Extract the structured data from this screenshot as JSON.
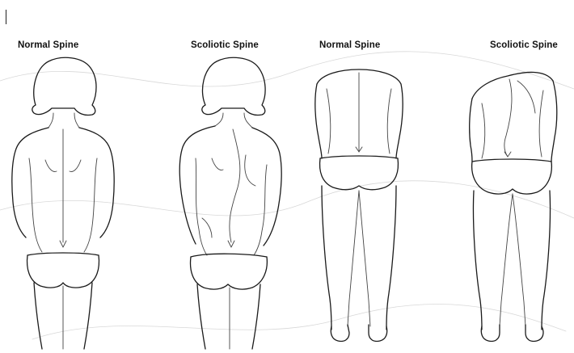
{
  "captions": {
    "figure1": "Normal Spine",
    "figure2": "Scoliotic Spine",
    "figure3": "Normal Spine",
    "figure4": "Scoliotic Spine"
  }
}
